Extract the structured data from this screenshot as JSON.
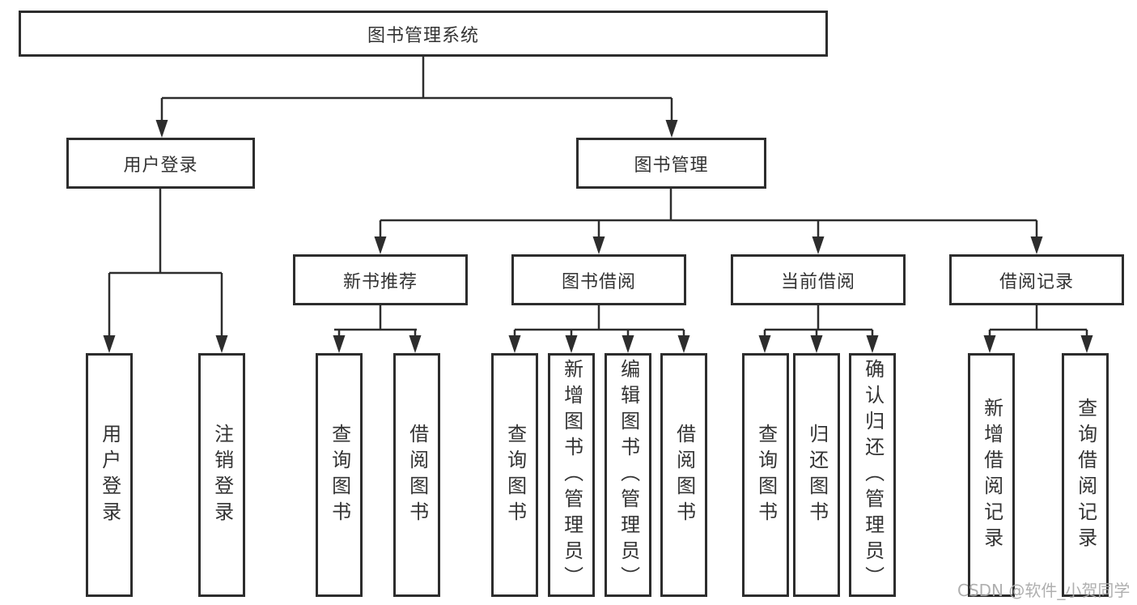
{
  "diagram": {
    "root": "图书管理系统",
    "user_login": {
      "label": "用户登录",
      "children": [
        "用户登录",
        "注销登录"
      ]
    },
    "book_mgmt": {
      "label": "图书管理",
      "groups": [
        {
          "label": "新书推荐",
          "children": [
            "查询图书",
            "借阅图书"
          ]
        },
        {
          "label": "图书借阅",
          "children": [
            "查询图书",
            "新增图书（管理员）",
            "编辑图书（管理员）",
            "借阅图书"
          ]
        },
        {
          "label": "当前借阅",
          "children": [
            "查询图书",
            "归还图书",
            "确认归还（管理员）"
          ]
        },
        {
          "label": "借阅记录",
          "children": [
            "新增借阅记录",
            "查询借阅记录"
          ]
        }
      ]
    }
  },
  "watermark": "CSDN @软件_小贺同学",
  "colors": {
    "line": "#2d2d2d",
    "text": "#333333",
    "watermark": "#ababab",
    "background": "#ffffff"
  }
}
